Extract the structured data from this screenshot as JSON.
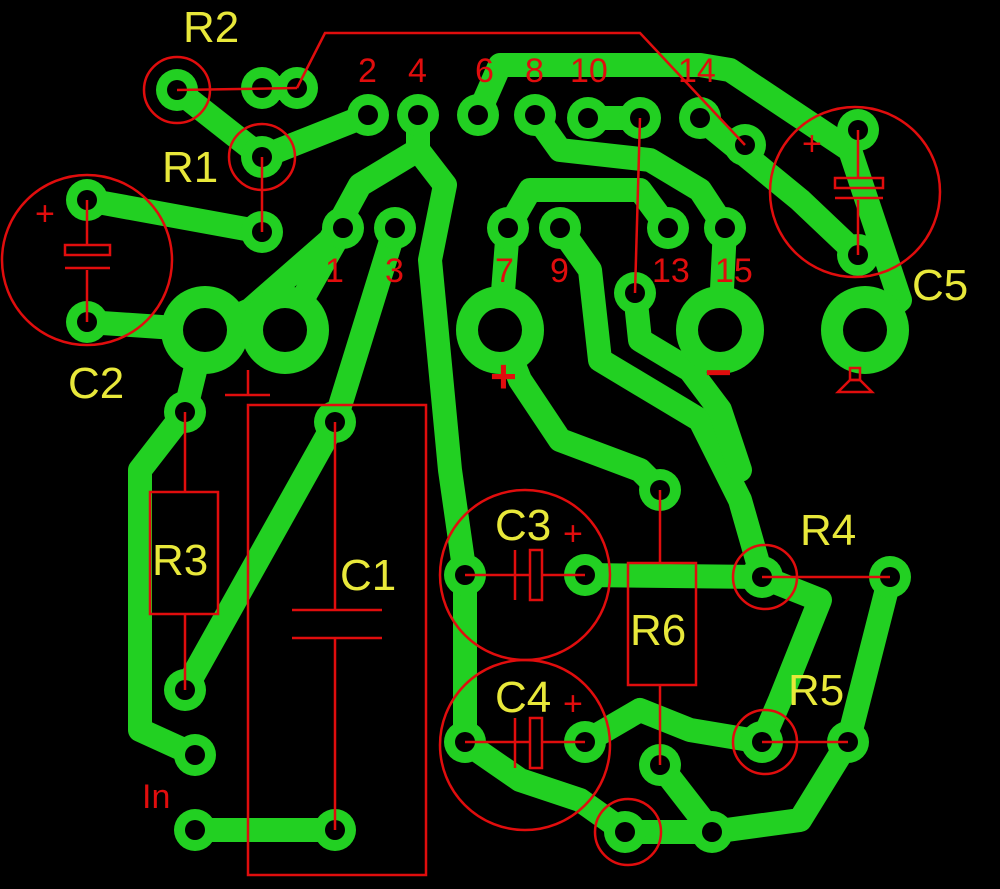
{
  "colors": {
    "copper": "#22d022",
    "silkscreen_outline": "#e00d0d",
    "component_label": "#e8e83a",
    "background": "#000000"
  },
  "components": {
    "R1": "R1",
    "R2": "R2",
    "R3": "R3",
    "R4": "R4",
    "R5": "R5",
    "R6": "R6",
    "C1": "C1",
    "C2": "C2",
    "C3": "C3",
    "C4": "C4",
    "C5": "C5"
  },
  "input_label": "In",
  "pins": {
    "p1": "1",
    "p2": "2",
    "p3": "3",
    "p4": "4",
    "p6": "6",
    "p7": "7",
    "p8": "8",
    "p9": "9",
    "p10": "10",
    "p13": "13",
    "p14": "14",
    "p15": "15"
  },
  "polarity": {
    "plus": "+",
    "minus": "−"
  }
}
